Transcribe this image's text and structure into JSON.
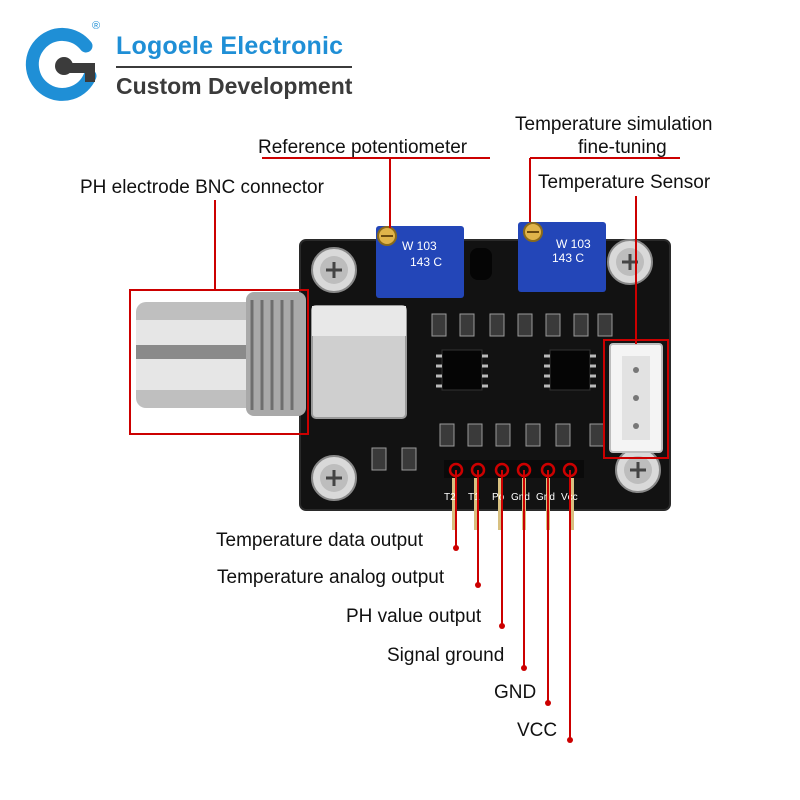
{
  "brand": {
    "name": "Logoele Electronic",
    "tagline": "Custom Development",
    "registered_mark": "®",
    "logo_icon": "logoele-g-logo-icon",
    "colors": {
      "primary": "#1f8fd6",
      "secondary": "#3b3b3b"
    }
  },
  "board": {
    "pot_markings": [
      "W 103",
      "143 C"
    ],
    "pin_silk": [
      "T2",
      "T1",
      "Po",
      "Gnd",
      "Gnd",
      "Vcc"
    ]
  },
  "callouts": {
    "bnc": "PH electrode BNC connector",
    "ref_pot": "Reference potentiometer",
    "temp_sim_line1": "Temperature simulation",
    "temp_sim_line2": "fine-tuning",
    "temp_sensor": "Temperature Sensor",
    "pins": [
      "Temperature data output",
      "Temperature analog output",
      "PH value output",
      "Signal ground",
      "GND",
      "VCC"
    ]
  },
  "accent_color": "#cc0000"
}
